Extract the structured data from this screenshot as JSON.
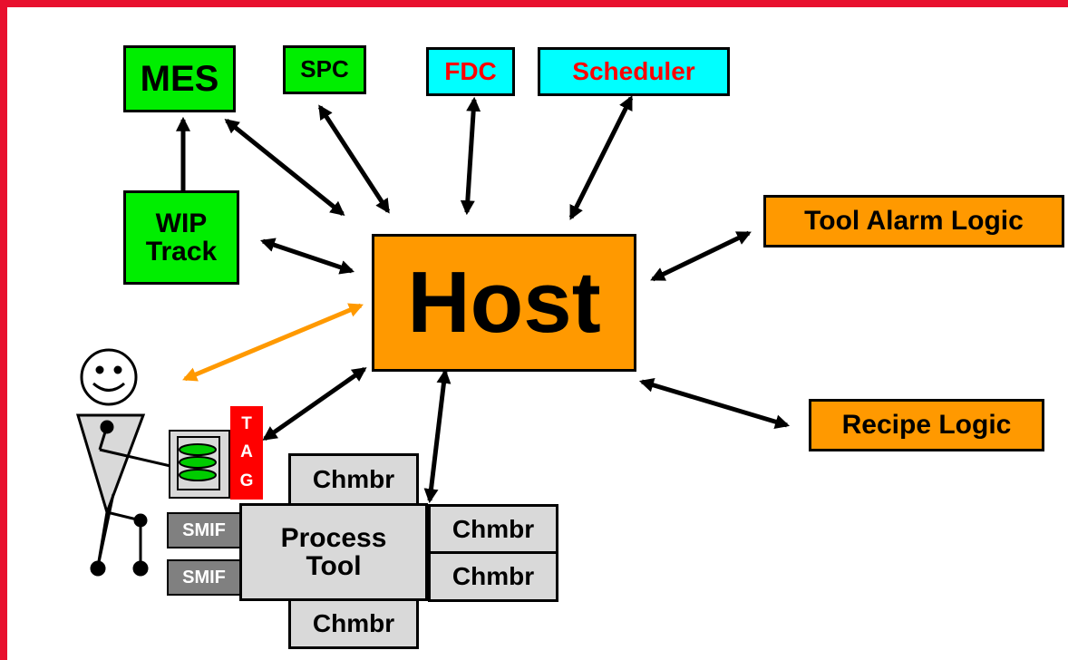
{
  "nodes": {
    "mes": "MES",
    "spc": "SPC",
    "fdc": "FDC",
    "scheduler": "Scheduler",
    "wip_track_line1": "WIP",
    "wip_track_line2": "Track",
    "host": "Host",
    "tool_alarm_logic": "Tool Alarm Logic",
    "recipe_logic": "Recipe Logic",
    "process_tool_line1": "Process",
    "process_tool_line2": "Tool",
    "chamber_top": "Chmbr",
    "chamber_right_upper": "Chmbr",
    "chamber_right_lower": "Chmbr",
    "chamber_bottom": "Chmbr",
    "smif_upper": "SMIF",
    "smif_lower": "SMIF"
  },
  "tag_letters": [
    "T",
    "A",
    "G"
  ],
  "colors": {
    "border": "#e8102e",
    "mes_systems": "#00ee00",
    "fdc_scheduler": "#00ffff",
    "fdc_scheduler_text": "#ff0000",
    "host_and_logic": "#ff9900",
    "tool": "#d9d9d9",
    "smif": "#808080",
    "tag": "#ff0000",
    "operator_arrow": "#ff9900"
  }
}
